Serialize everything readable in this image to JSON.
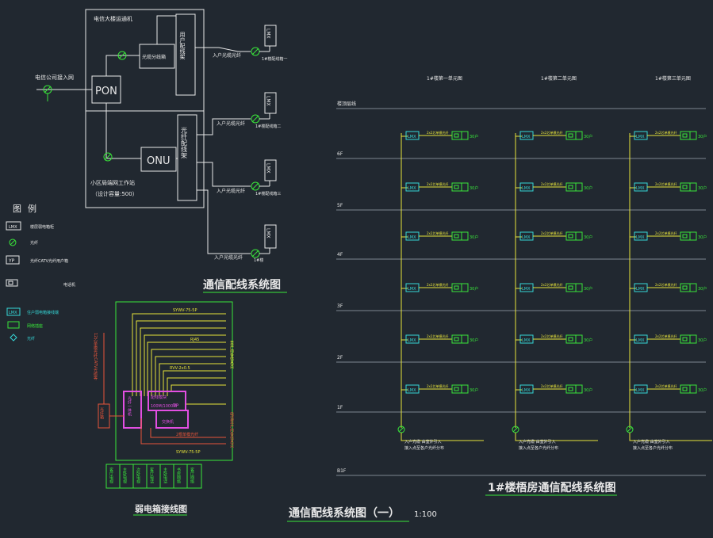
{
  "titles": {
    "wiring": "通信配线系统图",
    "building": "1#楼梧房通信配线系统图",
    "box": "弱电箱接线图",
    "main": "通信配线系统图（一）",
    "scale": "1:100"
  },
  "top": {
    "telecom_room": "电信大楼运通机",
    "user_frame": "用户配线架",
    "pon": "PON",
    "onu": "ONU",
    "operator_in": "电信公司接入网",
    "optical_splitter": "光缆分线箱",
    "community_station": "小区局端网工作站",
    "design_capacity": "（设计容量:500）",
    "optical_frame": "光纤配线架",
    "fiber_labels": [
      "入户光缆光纤",
      "入户光缆光纤",
      "入户光缆光纤",
      "入户光缆光纤"
    ],
    "box_label": "LMX",
    "box_notes": [
      "1#楼配线箱一",
      "1#楼配线箱二",
      "1#楼配线箱三",
      "1#楼"
    ]
  },
  "legend": {
    "title": "图例",
    "items": [
      {
        "code": "LMX",
        "text": "楼层弱电箱柜"
      },
      {
        "code": "",
        "text": "光纤"
      },
      {
        "code": "YP",
        "text": "光纤CATV光纤用户箱"
      },
      {
        "code": "",
        "text": "电话机"
      },
      {
        "code": "LMX",
        "text": "住户弱电箱接线端"
      },
      {
        "code": "",
        "text": "网络插座"
      },
      {
        "code": "",
        "text": "光纤"
      }
    ]
  },
  "box_diagram": {
    "cable_labels": [
      "SYWV-75-5P",
      "RJ45",
      "RVV-2x0.5",
      "SYWV-75-5P",
      "2根单模光纤"
    ],
    "modules": [
      "光纤一体机",
      "配线模块",
      "100M/1000M",
      "TP",
      "交换机"
    ],
    "left_module": "光纤箱",
    "vertical_note": "12芯单模光纤CATV光缆等",
    "right_vertical_note": "至户内各信息点",
    "right_vertical_note2": "电话至户内各信息点",
    "bottom_cells": [
      "客厅电视",
      "主卧电视",
      "次卧电视",
      "客厅电话",
      "主卧电话",
      "书房网络",
      "客厅网络"
    ]
  },
  "building": {
    "unit_headers": [
      "1#楼第一单元图",
      "1#楼第二单元图",
      "1#楼第三单元图"
    ],
    "top_label": "楼顶层线",
    "floors": [
      "6F",
      "5F",
      "4F",
      "3F",
      "2F",
      "1F",
      "B1F"
    ],
    "box_code": "LMX",
    "riser_label": "2x2芯单模光纤",
    "unit_count_label": "30户",
    "bottom_notes": [
      "入户光缆 由室外引入",
      "接入点至各户光纤分布"
    ],
    "unit_count_values": [
      6,
      6,
      6,
      6,
      6,
      6
    ]
  }
}
